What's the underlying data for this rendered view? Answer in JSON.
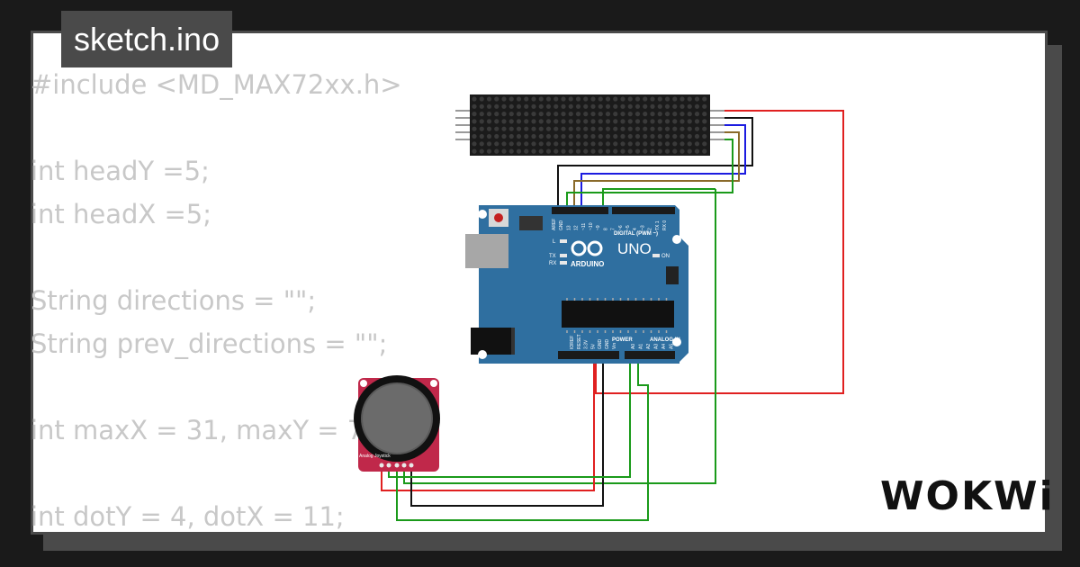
{
  "title": "sketch.ino",
  "code_lines": [
    "#include <MD_MAX72xx.h>",
    "",
    "int headY =5;",
    "int headX =5;",
    "",
    "String directions = \"\";",
    "String prev_directions = \"\";",
    "",
    "int maxX = 31, maxY = 7;",
    "",
    "int dotY = 4, dotX = 11;"
  ],
  "board": {
    "name": "UNO",
    "brand": "ARDUINO",
    "digital_label": "DIGITAL (PWM ~)",
    "power_label": "POWER",
    "analog_label": "ANALOG IN",
    "on_label": "ON",
    "tx_label": "TX",
    "rx_label": "RX",
    "l_label": "L",
    "digital_pins": [
      "AREF",
      "GND",
      "13",
      "12",
      "~11",
      "~10",
      "~9",
      "8",
      "7",
      "~6",
      "~5",
      "4",
      "~3",
      "2",
      "TX 1",
      "RX 0"
    ],
    "power_pins": [
      "IOREF",
      "RESET",
      "3.3V",
      "5V",
      "GND",
      "GND",
      "Vin"
    ],
    "analog_pins": [
      "A0",
      "A1",
      "A2",
      "A3",
      "A4",
      "A5"
    ]
  },
  "joystick": {
    "label": "Analog Joystick"
  },
  "logo": "WOKWi",
  "colors": {
    "background": "#1a1a1a",
    "card": "#ffffff",
    "card_border": "#4a4a4a",
    "code_text": "#c8c8c8",
    "board": "#2f6fa0",
    "joystick_pcb": "#c0284a",
    "matrix": "#1b1b1b",
    "wire_red": "#e02020",
    "wire_black": "#111111",
    "wire_green": "#1a9a1a",
    "wire_blue": "#1c1ce0",
    "wire_brown": "#8a6a2a"
  },
  "icons": [
    "arduino-infinity-icon",
    "reset-button-icon"
  ]
}
